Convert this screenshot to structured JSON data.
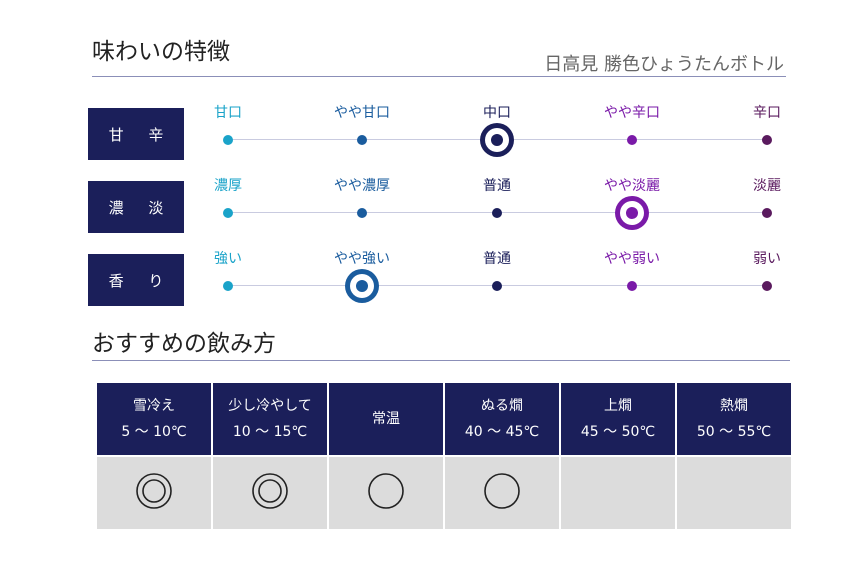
{
  "section_taste": {
    "title": "味わいの特徴",
    "product_name": "日高見 勝色ひょうたんボトル"
  },
  "taste_rows": [
    {
      "label": "甘 辛",
      "levels": [
        "甘口",
        "やや甘口",
        "中口",
        "やや辛口",
        "辛口"
      ],
      "selected_index": 2
    },
    {
      "label": "濃 淡",
      "levels": [
        "濃厚",
        "やや濃厚",
        "普通",
        "やや淡麗",
        "淡麗"
      ],
      "selected_index": 3
    },
    {
      "label": "香 り",
      "levels": [
        "強い",
        "やや強い",
        "普通",
        "やや弱い",
        "弱い"
      ],
      "selected_index": 1
    }
  ],
  "level_colors": [
    "#1aa3c9",
    "#1a5c9e",
    "#1b1f5a",
    "#7a1aa8",
    "#5a1a5e"
  ],
  "section_serving": {
    "title": "おすすめの飲み方",
    "columns": [
      {
        "name": "雪冷え",
        "temp": "5 ～ 10℃",
        "rating": "double-circle"
      },
      {
        "name": "少し冷やして",
        "temp": "10 ～ 15℃",
        "rating": "double-circle"
      },
      {
        "name": "常温",
        "temp": "",
        "rating": "circle"
      },
      {
        "name": "ぬる燗",
        "temp": "40 ～ 45℃",
        "rating": "circle"
      },
      {
        "name": "上燗",
        "temp": "45 ～ 50℃",
        "rating": "none"
      },
      {
        "name": "熱燗",
        "temp": "50 ～ 55℃",
        "rating": "none"
      }
    ]
  }
}
